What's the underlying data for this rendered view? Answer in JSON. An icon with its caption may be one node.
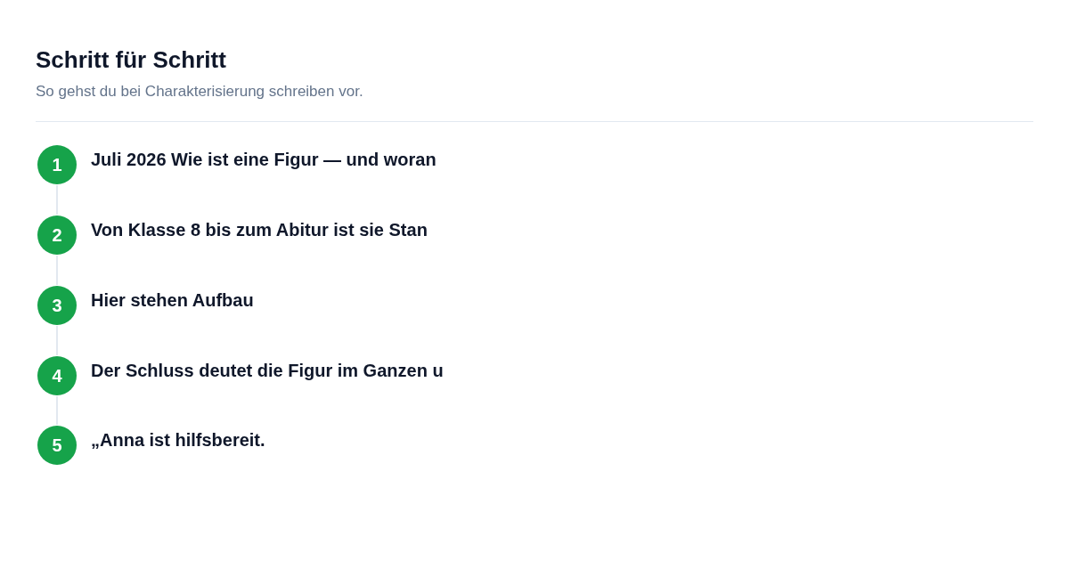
{
  "diagram": {
    "title": "Schritt für Schritt",
    "nodes": [
      {
        "text": [
          "1"
        ],
        "beside": [
          "Juli 2026 Wie ist eine Figur — und woran"
        ]
      },
      {
        "text": [
          "2"
        ],
        "beside": [
          "Von Klasse 8 bis zum Abitur ist sie Stan"
        ]
      },
      {
        "text": [
          "3"
        ],
        "beside": [
          "Hier stehen Aufbau"
        ]
      },
      {
        "text": [
          "4"
        ],
        "beside": [
          "Der Schluss deutet die Figur im Ganzen u"
        ]
      },
      {
        "text": [
          "5"
        ],
        "beside": [
          "„Anna ist hilfsbereit."
        ]
      }
    ],
    "edges": [
      {
        "from": 0,
        "to": 1,
        "arrow": "none"
      },
      {
        "from": 1,
        "to": 2,
        "arrow": "none"
      },
      {
        "from": 2,
        "to": 3,
        "arrow": "none"
      },
      {
        "from": 3,
        "to": 4,
        "arrow": "none"
      }
    ],
    "labels": [
      "So gehst du bei Charakterisierung schreiben vor."
    ]
  }
}
